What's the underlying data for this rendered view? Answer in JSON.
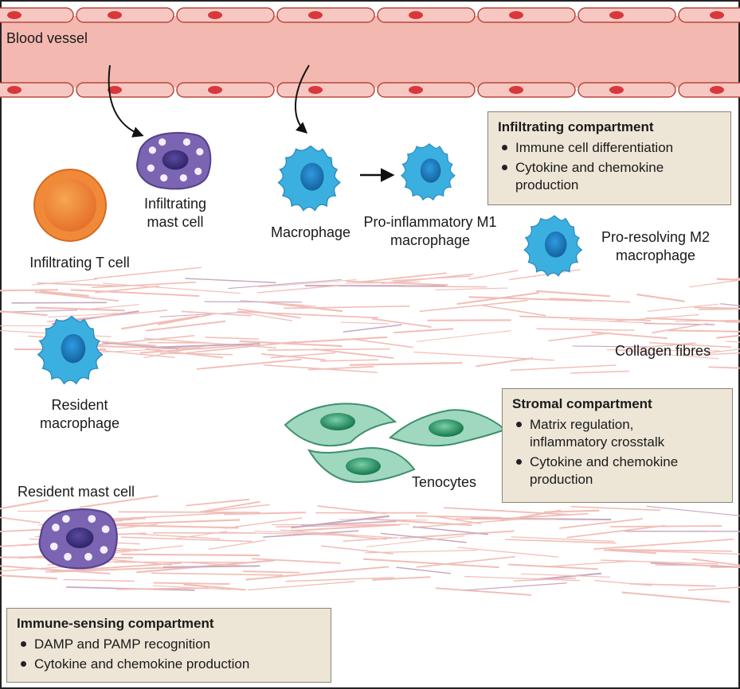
{
  "labels": {
    "blood_vessel": "Blood vessel",
    "infiltrating_mast_cell": [
      "Infiltrating",
      "mast cell"
    ],
    "infiltrating_t_cell": "Infiltrating T cell",
    "macrophage": "Macrophage",
    "m1_macrophage": [
      "Pro-inflammatory M1",
      "macrophage"
    ],
    "m2_macrophage": [
      "Pro-resolving M2",
      "macrophage"
    ],
    "collagen_fibres": "Collagen fibres",
    "resident_macrophage": [
      "Resident",
      "macrophage"
    ],
    "tenocytes": "Tenocytes",
    "resident_mast_cell": "Resident mast cell"
  },
  "boxes": {
    "infiltrating": {
      "title": "Infiltrating compartment",
      "items": [
        "Immune cell differentiation",
        "Cytokine and chemokine production"
      ]
    },
    "stromal": {
      "title": "Stromal compartment",
      "items": [
        "Matrix regulation, inflammatory crosstalk",
        "Cytokine and chemokine production"
      ]
    },
    "immune_sensing": {
      "title": "Immune-sensing compartment",
      "items": [
        "DAMP and PAMP recognition",
        "Cytokine and chemokine production"
      ]
    }
  },
  "colors": {
    "vessel": "#f3b8b0",
    "endothelium": "#f7c8c2",
    "red_blood_cell": "#d8383c",
    "macrophage": "#3bb0e0",
    "macrophage_nucleus": "#1a7fc2",
    "mast_cell": "#7a63b0",
    "t_cell": "#f08a38",
    "tenocyte": "#3aa57a",
    "collagen": "#f2bdb6",
    "box_fill": "#ede6d7"
  }
}
